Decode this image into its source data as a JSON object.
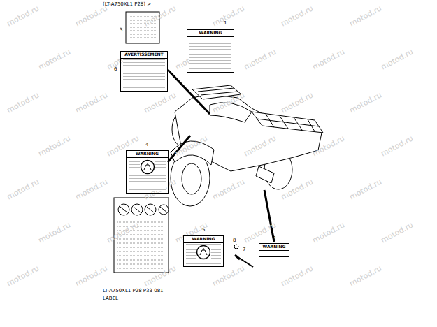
{
  "diagram": {
    "nodes": [
      {
        "text": [
          "WARNING"
        ]
      },
      {
        "text": [
          "AVERTISSEMENT"
        ]
      },
      {
        "text": [
          "WARNING"
        ]
      },
      {
        "text": [
          "WARNING"
        ]
      },
      {
        "text": [
          "WARNING"
        ]
      }
    ],
    "labels": [
      "(LT-A750XL1 P28) >",
      "3",
      "1",
      "6",
      "4",
      "5",
      "8",
      "7",
      "2",
      "LT-A750XL1 P28 P33 081",
      "LABEL",
      "motod.ru",
      "motod.ru",
      "motod.ru",
      "motod.ru",
      "motod.ru",
      "motod.ru",
      "motod.ru",
      "motod.ru",
      "motod.ru",
      "motod.ru",
      "motod.ru",
      "motod.ru",
      "motod.ru",
      "motod.ru",
      "motod.ru",
      "motod.ru",
      "motod.ru",
      "motod.ru",
      "motod.ru",
      "motod.ru",
      "motod.ru",
      "motod.ru",
      "motod.ru",
      "motod.ru",
      "motod.ru",
      "motod.ru",
      "motod.ru",
      "motod.ru",
      "motod.ru",
      "motod.ru",
      "motod.ru",
      "motod.ru",
      "motod.ru",
      "motod.ru",
      "motod.ru",
      "motod.ru",
      "motod.ru",
      "motod.ru",
      "motod.ru",
      "motod.ru",
      "motod.ru",
      "motod.ru"
    ]
  }
}
